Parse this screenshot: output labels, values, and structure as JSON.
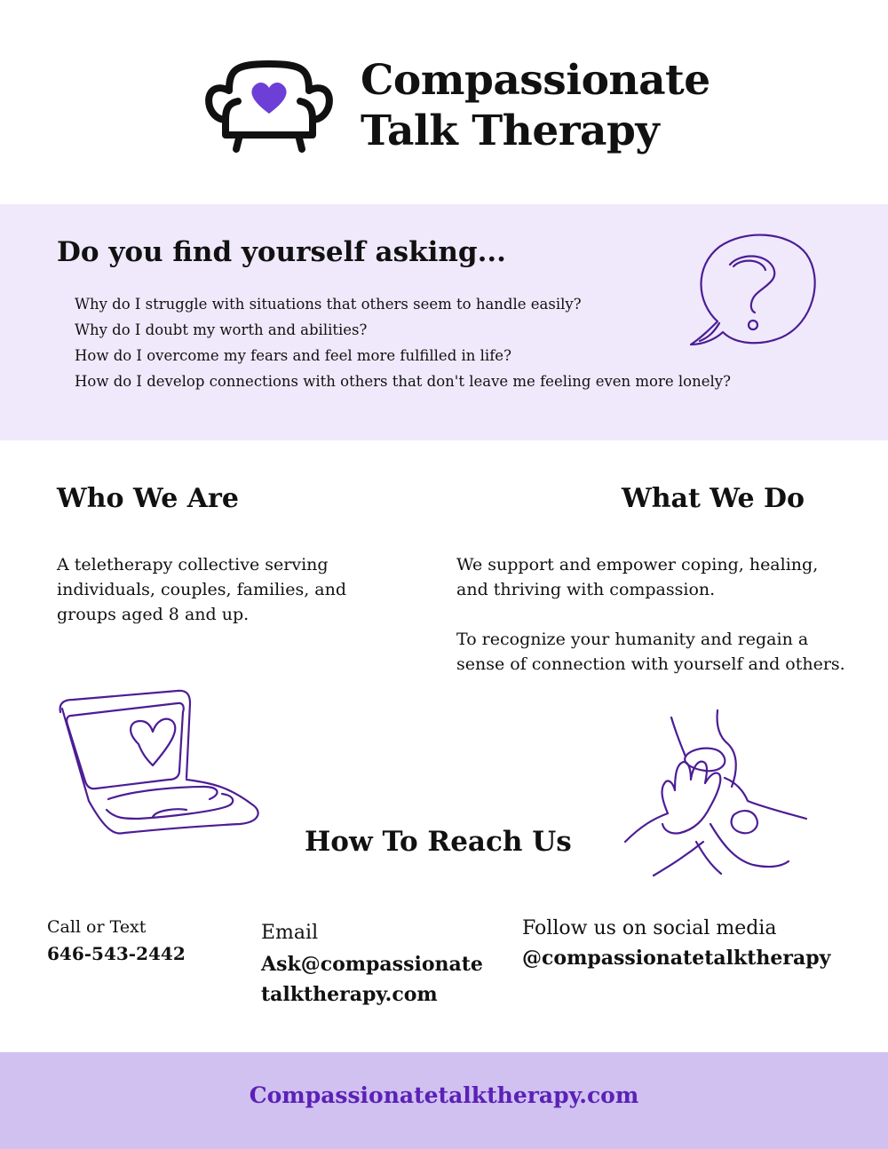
{
  "brand": {
    "line1": "Compassionate",
    "line2": "Talk Therapy"
  },
  "questions": {
    "heading": "Do you find yourself asking...",
    "items": [
      "Why do I struggle with situations that others seem to handle easily?",
      "Why do I doubt my worth and abilities?",
      "How do I overcome my fears and feel more fulfilled in life?",
      "How do I develop connections with others that don't leave me feeling even more lonely?"
    ]
  },
  "who": {
    "heading": "Who We Are",
    "text": "A teletherapy collective serving individuals, couples, families, and groups aged 8 and up."
  },
  "what": {
    "heading": "What We Do",
    "text1": "We support and empower coping, healing, and thriving with compassion.",
    "text2": "To recognize your humanity and regain a sense of connection with yourself and others."
  },
  "reach": {
    "heading": "How To Reach Us",
    "call_label": "Call or Text",
    "phone": "646-543-2442",
    "email_label": "Email",
    "email_line1": "Ask@compassionate",
    "email_line2": "talktherapy.com",
    "social_label": "Follow us on social media",
    "social_handle": "@compassionatetalktherapy"
  },
  "footer": {
    "website": "Compassionatetalktherapy.com"
  },
  "colors": {
    "accent": "#5b21b6",
    "heart": "#6d3fd6",
    "band_light": "#efe9fb",
    "band_footer": "#d0c1f1"
  },
  "icons": [
    "armchair-heart-icon",
    "speech-bubble-question-icon",
    "laptop-heart-icon",
    "hands-icon"
  ]
}
